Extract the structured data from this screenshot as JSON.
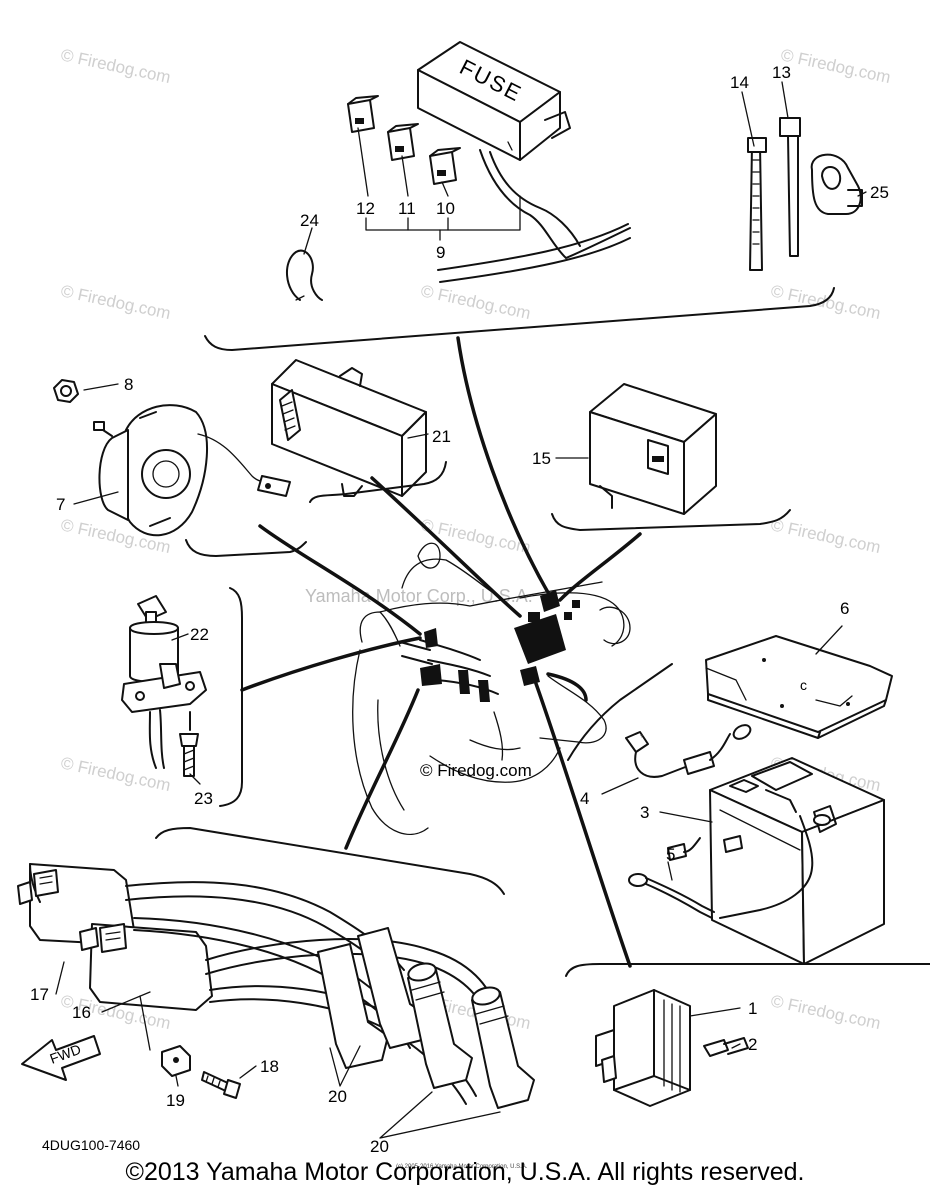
{
  "diagram": {
    "part_numbers": {
      "p1": "1",
      "p2": "2",
      "p3": "3",
      "p4": "4",
      "p5": "5",
      "p6": "6",
      "p7": "7",
      "p8": "8",
      "p9": "9",
      "p10": "10",
      "p11": "11",
      "p12": "12",
      "p13": "13",
      "p14": "14",
      "p15": "15",
      "p16": "16",
      "p17": "17",
      "p18": "18",
      "p19": "19",
      "p20a": "20",
      "p20b": "20",
      "p21": "21",
      "p22": "22",
      "p23": "23",
      "p24": "24",
      "p25": "25"
    },
    "fuse_label": "FUSE",
    "fwd_label": "FWD",
    "plus_mark": "+",
    "drawing_code": "4DUG100-7460",
    "center_watermark": "Yamaha Motor Corp., U.S.A.",
    "firedog_center": "© Firedog.com",
    "watermark": "© Firedog.com",
    "fine_print": "(c) 2005-2016 Yamaha Motor Corporation, U.S.A.",
    "copyright": "©2013 Yamaha Motor Corporation, U.S.A. All rights reserved."
  }
}
